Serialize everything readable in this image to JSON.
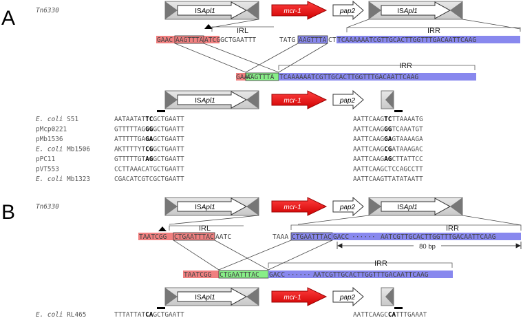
{
  "panels": {
    "a": {
      "letter": "A",
      "transposon": "Tn6330"
    },
    "b": {
      "letter": "B",
      "transposon": "Tn6330"
    }
  },
  "genes": {
    "isapl1_prefix": "IS",
    "isapl1_italic": "Apl1",
    "mcr1": "mcr-1",
    "pap2": "pap2"
  },
  "labels": {
    "irl": "IRL",
    "irr": "IRR",
    "bp80": "80 bp"
  },
  "panel_a": {
    "seq_left": [
      "GAAC",
      "AAGTTTA",
      "ATCGGCTGAATTT"
    ],
    "seq_right": [
      "TATG",
      "AAGTTTA",
      "CT",
      "TCAAAAAATCGTTGCACTTGGTTTGACAATTCAAG"
    ],
    "seq_merged": [
      "GAAC",
      "AAGTTTA",
      "TCAAAAAATCGTTGCACTTGGTTTGACAATTCAAG"
    ],
    "strains": [
      {
        "name_pre": "E. coli",
        "name_post": " S51",
        "left_a": "AATAATAT",
        "left_b": "TC",
        "left_c": "GCTGAATT",
        "right_a": "AATTCAAG",
        "right_b": "TC",
        "right_c": "TTAAAATG"
      },
      {
        "name_pre": "",
        "name_post": "pMcp0221",
        "left_a": "GTTTTTAG",
        "left_b": "GG",
        "left_c": "GCTGAATT",
        "right_a": "AATTCAAG",
        "right_b": "GG",
        "right_c": "TCAAATGT"
      },
      {
        "name_pre": "",
        "name_post": "pMb1536",
        "left_a": "ATTTTTGA",
        "left_b": "GA",
        "left_c": "GCTGAATT",
        "right_a": "AATTCAAG",
        "right_b": "GA",
        "right_c": "GTAAAAGA"
      },
      {
        "name_pre": "E. coli",
        "name_post": " Mb1506",
        "left_a": "AKTTTTYT",
        "left_b": "CG",
        "left_c": "GCTGAATT",
        "right_a": "AATTCAAG",
        "right_b": "CG",
        "right_c": "ATAAAGAC"
      },
      {
        "name_pre": "",
        "name_post": "pPC11",
        "left_a": "GTTTTTGT",
        "left_b": "AG",
        "left_c": "GCTGAATT",
        "right_a": "AATTCAAG",
        "right_b": "AG",
        "right_c": "CTTATTCC"
      },
      {
        "name_pre": "",
        "name_post": "pVT553",
        "left_a": "CCTTAAACATGCTGAATT",
        "left_b": "",
        "left_c": "",
        "right_a": "AATTCAAGCTCCAGCCTT",
        "right_b": "",
        "right_c": ""
      },
      {
        "name_pre": "E. coli",
        "name_post": " Mb1323",
        "left_a": "CGACATCGTCGCTGAATT",
        "left_b": "",
        "left_c": "",
        "right_a": "AATTCAAGTTATATAATT",
        "right_b": "",
        "right_c": ""
      }
    ]
  },
  "panel_b": {
    "seq_left": [
      "TAATCGG",
      "CTGAATTTAC",
      "AATC"
    ],
    "seq_right": [
      "TAAA",
      "CTGAATTTAC",
      "GACC",
      "······",
      "AATCGTTGCACTTGGTTTGACAATTCAAG"
    ],
    "seq_merged": [
      "TAATCGG",
      "CTGAATTTAC",
      "GACC",
      "······",
      "AATCGTTGCACTTGGTTTGACAATTCAAG"
    ],
    "strain": {
      "name_pre": "E. coli",
      "name_post": " RL465",
      "left_a": "TTTATTAT",
      "left_b": "CA",
      "left_c": "GCTGAATT",
      "right_a": "AATTCAAGC",
      "right_b": "CA",
      "right_c": "TTTGAAAT"
    }
  },
  "colors": {
    "red_box": "#f08080",
    "blue_box": "#8888ee",
    "green_box": "#88ee88",
    "mcr": "#ff0000"
  }
}
